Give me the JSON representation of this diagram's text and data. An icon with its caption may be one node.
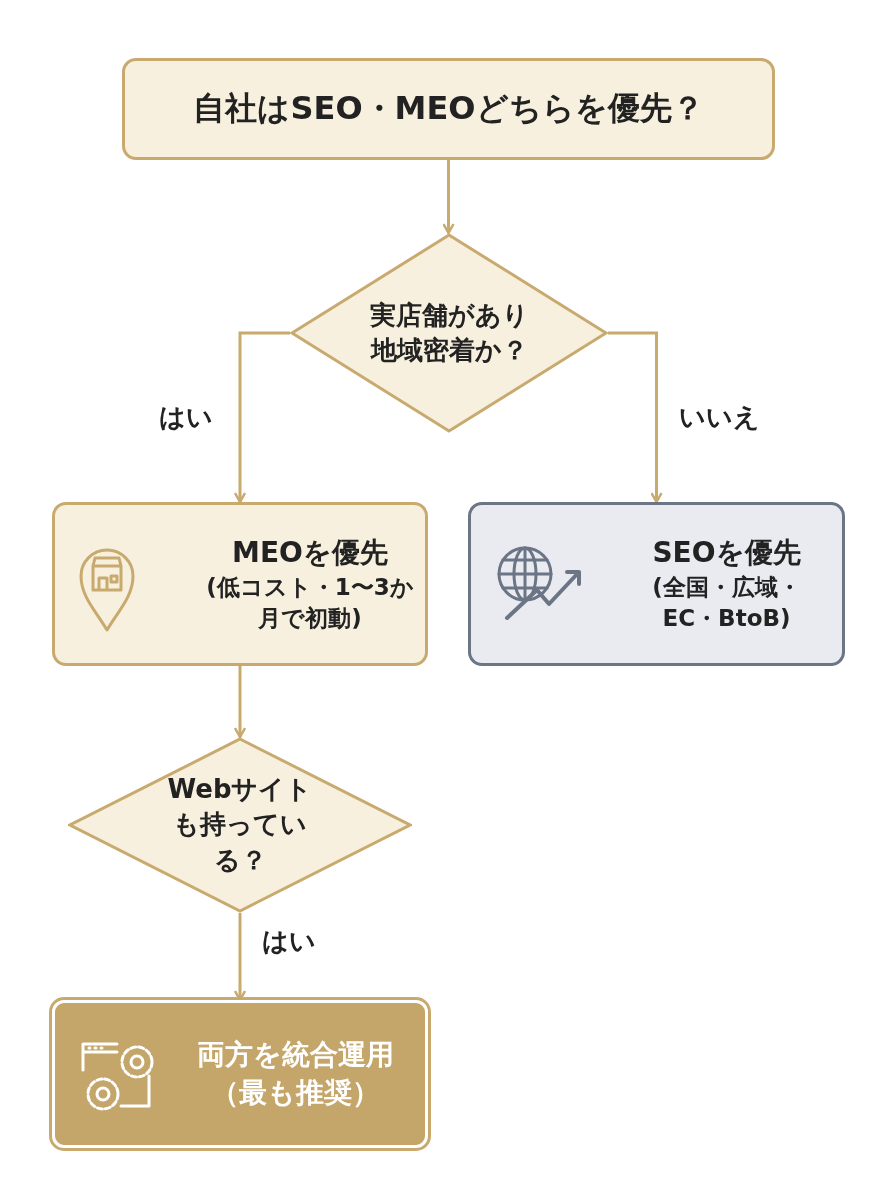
{
  "diagram": {
    "nodes": [
      {
        "text": [
          "自社はSEO・MEOどちらを優先？"
        ]
      },
      {
        "text": [
          "実店舗があり地域密着か？"
        ]
      },
      {
        "text": [
          "MEOを優先",
          "(低コスト・1〜3か月で初動)"
        ]
      },
      {
        "text": [
          "SEOを優先",
          "(全国・広域・EC・BtoB)"
        ]
      },
      {
        "text": [
          "Webサイトも持っている？"
        ]
      },
      {
        "text": [
          "両方を統合運用",
          "（最も推奨）"
        ]
      }
    ],
    "edges": [
      {
        "from": 0,
        "to": 1,
        "arrow": "to"
      },
      {
        "from": 1,
        "to": 2,
        "arrow": "to",
        "label": "はい"
      },
      {
        "from": 1,
        "to": 3,
        "arrow": "to",
        "label": "いいえ"
      },
      {
        "from": 2,
        "to": 4,
        "arrow": "to"
      },
      {
        "from": 4,
        "to": 5,
        "arrow": "to",
        "label": "はい"
      }
    ]
  }
}
